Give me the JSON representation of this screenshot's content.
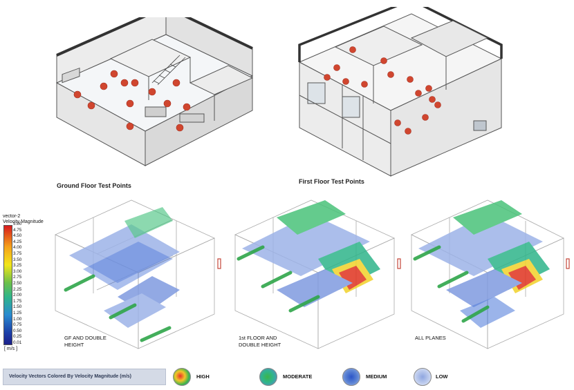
{
  "captions": {
    "ground_floor": "Ground Floor Test Points",
    "first_floor": "First Floor Test Points"
  },
  "legend": {
    "title_line1": "vector-2",
    "title_line2": "Velocity Magnitude",
    "ticks": [
      "5.00",
      "4.75",
      "4.50",
      "4.25",
      "4.00",
      "3.75",
      "3.50",
      "3.25",
      "3.00",
      "2.75",
      "2.50",
      "2.25",
      "2.00",
      "1.75",
      "1.50",
      "1.25",
      "1.00",
      "0.75",
      "0.50",
      "0.25",
      "0.01"
    ],
    "unit": "[ m/s ]"
  },
  "panels": {
    "gf_line1": "GF AND DOUBLE",
    "gf_line2": "HEIGHT",
    "ff_line1": "1st FLOOR AND",
    "ff_line2": "DOUBLE HEIGHT",
    "all": "ALL PLANES"
  },
  "footer": "Velocity Vectors Colored By Velocity Magnitude (m/s)",
  "key": {
    "high": "HIGH",
    "moderate": "MODERATE",
    "medium": "MEDIUM",
    "low": "LOW"
  },
  "colors": {
    "high": "#e8312a",
    "moderate": "#3cb44b",
    "medium": "#2b55c8",
    "low": "#8fa6e0",
    "test_point": "#d0462f"
  }
}
